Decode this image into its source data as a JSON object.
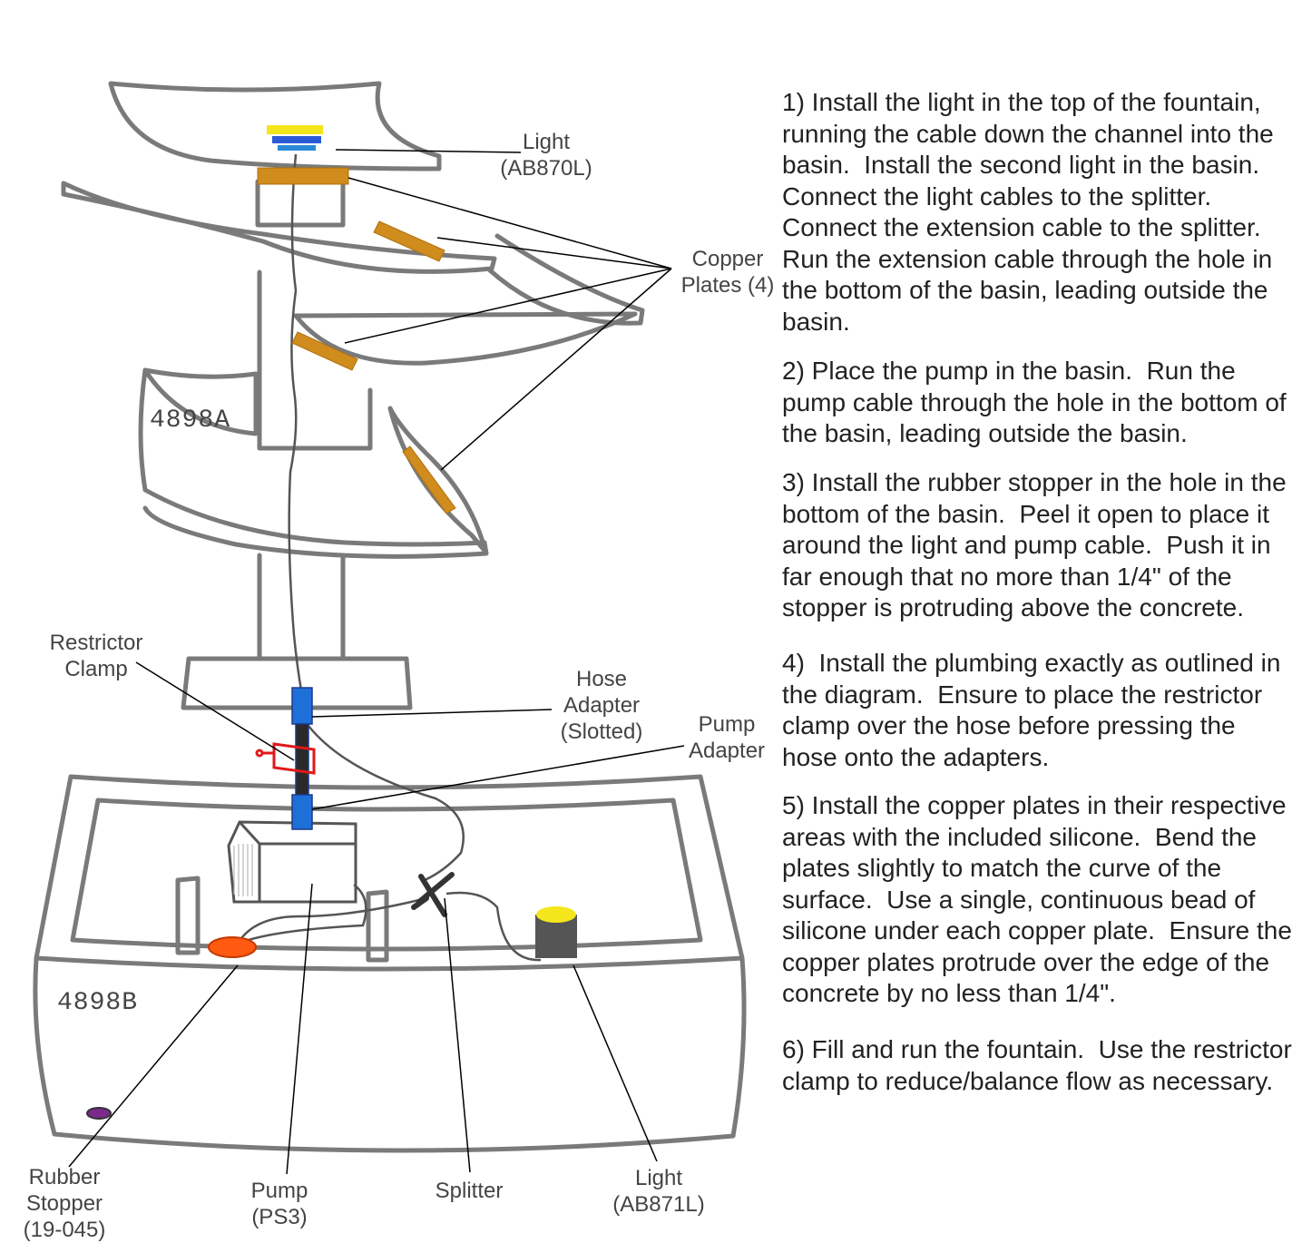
{
  "labels": {
    "light_top": "Light\n(AB870L)",
    "copper_plates": "Copper\nPlates (4)",
    "restrictor_clamp": "Restrictor\nClamp",
    "hose_adapter": "Hose\nAdapter\n(Slotted)",
    "pump_adapter": "Pump\nAdapter",
    "rubber_stopper": "Rubber\nStopper\n(19-045)",
    "pump": "Pump\n(PS3)",
    "splitter": "Splitter",
    "light_bottom": "Light\n(AB871L)"
  },
  "part_codes": {
    "upper": "4898A",
    "lower": "4898B"
  },
  "instructions": {
    "step1": "1) Install the light in the top of the fountain,\nrunning the cable down the channel into the\nbasin.  Install the second light in the basin.\nConnect the light cables to the splitter.\nConnect the extension cable to the splitter.\nRun the extension cable through the hole in\nthe bottom of the basin, leading outside the\nbasin.",
    "step2": "2) Place the pump in the basin.  Run the\npump cable through the hole in the bottom of\nthe basin, leading outside the basin.",
    "step3": "3) Install the rubber stopper in the hole in the\nbottom of the basin.  Peel it open to place it\naround the light and pump cable.  Push it in\nfar enough that no more than 1/4\" of the\nstopper is protruding above the concrete.",
    "step4": "4)  Install the plumbing exactly as outlined in\nthe diagram.  Ensure to place the restrictor\nclamp over the hose before pressing the\nhose onto the adapters.",
    "step5": "5) Install the copper plates in their respective\nareas with the included silicone.  Bend the\nplates slightly to match the curve of the\nsurface.  Use a single, continuous bead of\nsilicone under each copper plate.  Ensure the\ncopper plates protrude over the edge of the\nconcrete by no less than 1/4\".",
    "step6": "6) Fill and run the fountain.  Use the restrictor\nclamp to reduce/balance flow as necessary."
  },
  "colors": {
    "outline": "#7a7a7a",
    "copper": "#d08c1c",
    "light_yellow": "#f4e61c",
    "light_blue": "#2a5ad8",
    "adapter_blue": "#1e6fd8",
    "clamp_red": "#e01818",
    "stopper_orange": "#ff5a12",
    "hole_purple": "#7a2a8c",
    "cable": "#555555"
  }
}
